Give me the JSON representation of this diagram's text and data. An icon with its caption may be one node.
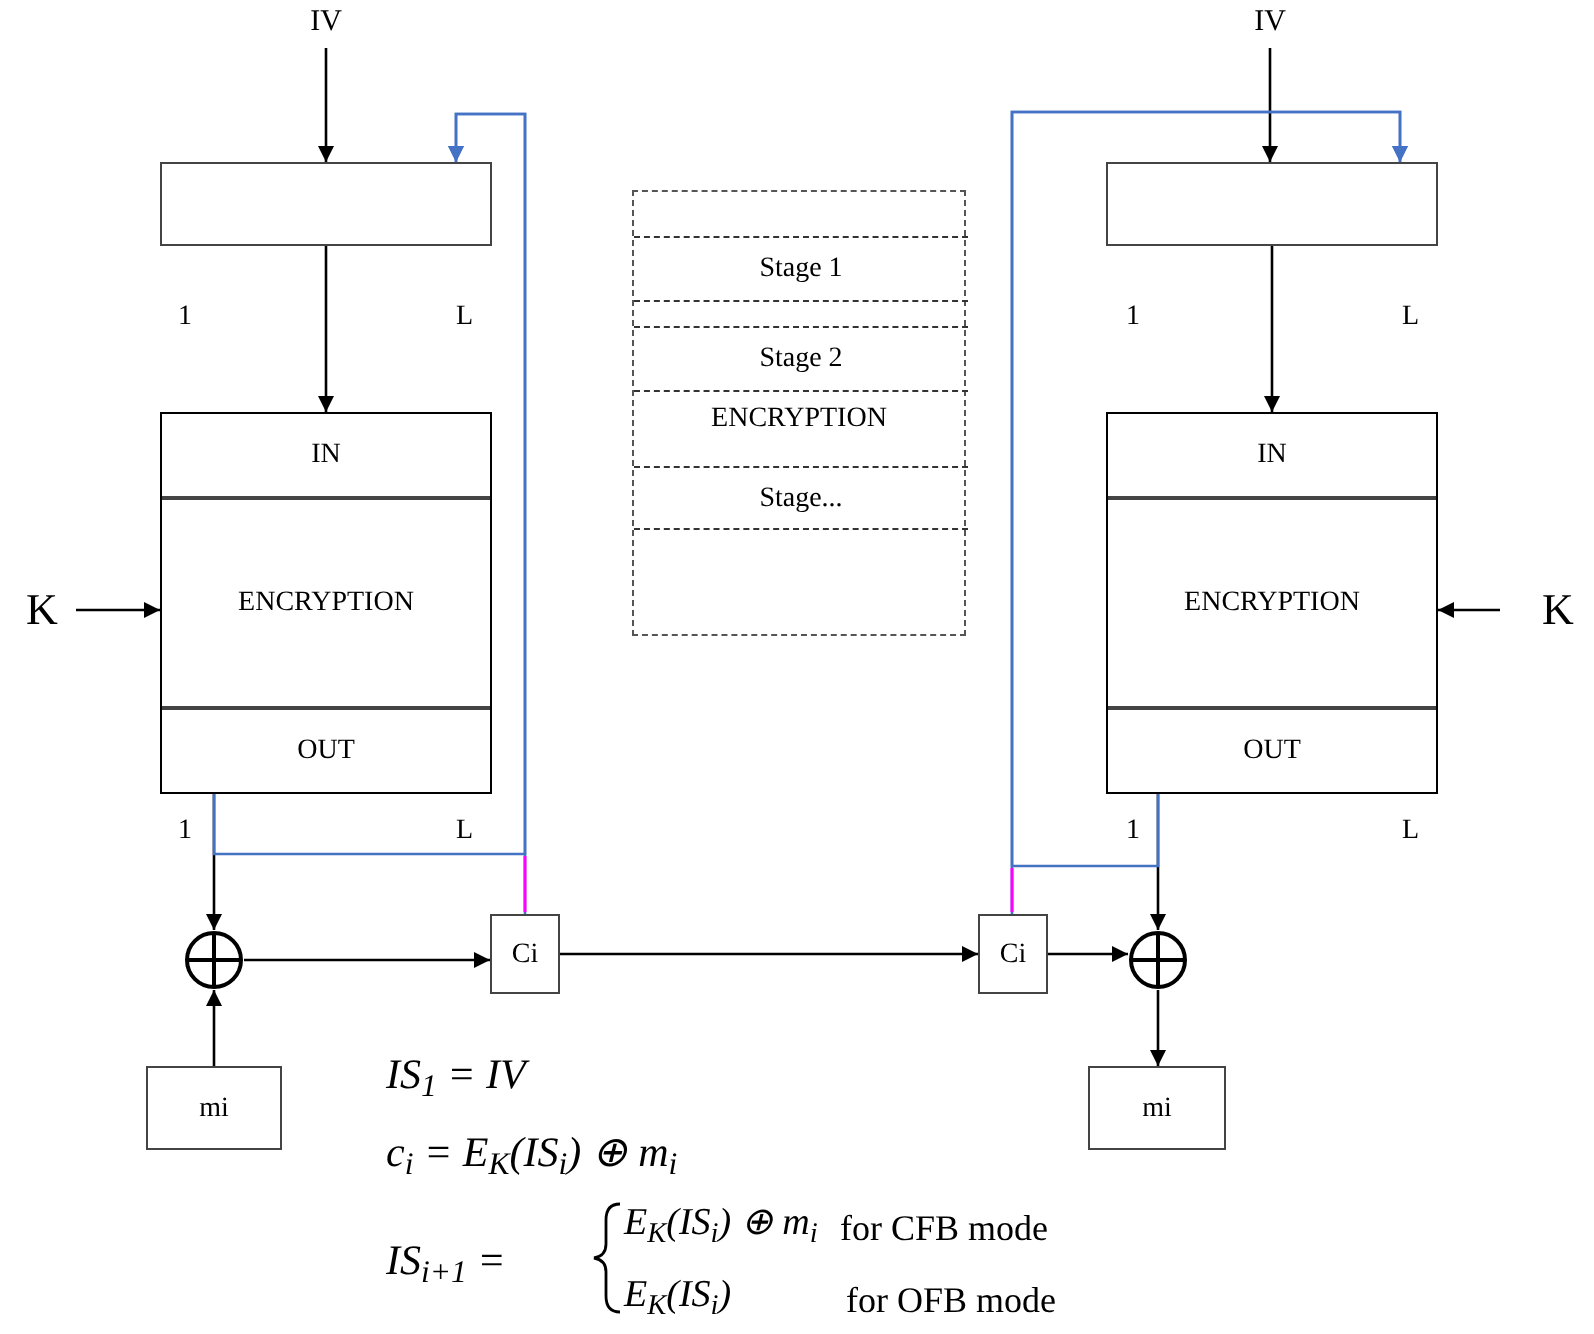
{
  "diagram": {
    "nodes": [
      {
        "text": [
          "IV"
        ]
      },
      {
        "text": [],
        "shape": "box"
      },
      {
        "text": [
          "IN",
          "ENCRYPTION",
          "OUT"
        ]
      },
      {
        "text": [
          "K"
        ]
      },
      {
        "text": [],
        "shape": "circle"
      },
      {
        "text": [
          "mi"
        ]
      },
      {
        "text": [
          "Ci"
        ]
      },
      {
        "text": [
          "IV"
        ]
      },
      {
        "text": [],
        "shape": "box"
      },
      {
        "text": [
          "IN",
          "ENCRYPTION",
          "OUT"
        ]
      },
      {
        "text": [
          "K"
        ]
      },
      {
        "text": [
          "Ci"
        ]
      },
      {
        "text": [],
        "shape": "circle"
      },
      {
        "text": [
          "mi"
        ]
      },
      {
        "text": [
          "ENCRYPTION"
        ]
      },
      {
        "text": [
          "Stage 1"
        ],
        "in": 14
      },
      {
        "text": [
          "Stage 2"
        ],
        "in": 14
      },
      {
        "text": [
          "Stage..."
        ],
        "in": 14
      }
    ],
    "edges": [
      {
        "from": 0,
        "to": 1,
        "arrow": "to"
      },
      {
        "from": 1,
        "to": 2,
        "arrow": "to"
      },
      {
        "from": 3,
        "to": 2,
        "arrow": "to"
      },
      {
        "from": 2,
        "to": 4,
        "arrow": "to"
      },
      {
        "from": 5,
        "to": 4,
        "arrow": "to"
      },
      {
        "from": 4,
        "to": 6,
        "arrow": "to"
      },
      {
        "from": 6,
        "to": 1,
        "arrow": "to",
        "color": "#4472c4"
      },
      {
        "from": 2,
        "to": 1,
        "arrow": "to",
        "color": "#4472c4"
      },
      {
        "from": 6,
        "to": 11,
        "arrow": "to"
      },
      {
        "from": 7,
        "to": 8,
        "arrow": "to"
      },
      {
        "from": 8,
        "to": 9,
        "arrow": "to"
      },
      {
        "from": 10,
        "to": 9,
        "arrow": "to"
      },
      {
        "from": 9,
        "to": 12,
        "arrow": "to"
      },
      {
        "from": 11,
        "to": 12,
        "arrow": "to"
      },
      {
        "from": 12,
        "to": 13,
        "arrow": "to"
      },
      {
        "from": 11,
        "to": 8,
        "arrow": "to",
        "color": "#4472c4"
      },
      {
        "from": 9,
        "to": 8,
        "arrow": "to",
        "color": "#4472c4"
      }
    ],
    "labels": [
      "1",
      "L",
      "1",
      "L",
      "1",
      "L",
      "1",
      "L",
      "IS$_{1}$ = IV",
      "c$_{i}$ = E$_{K}$(IS$_{i}$) ⊕ m$_{i}$",
      "IS$_{i+1}$ =",
      "E$_{K}$(IS$_{i}$) ⊕ m$_{i}$",
      "for CFB mode",
      "E$_{K}$(IS$_{i}$)",
      "for OFB mode"
    ]
  }
}
